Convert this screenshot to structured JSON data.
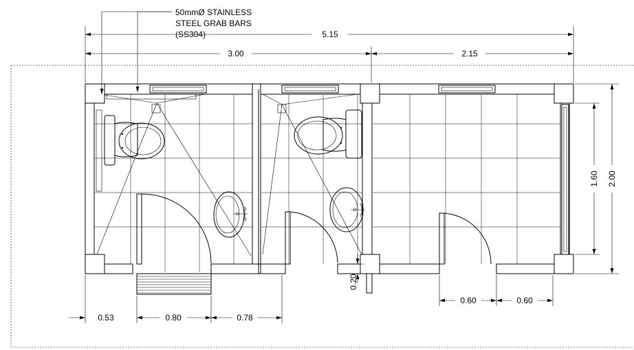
{
  "annotation": {
    "lines": [
      "50mmØ STAINLESS",
      "STEEL GRAB BARS",
      "(SS304)"
    ]
  },
  "dimensions": {
    "overall_width": "5.15",
    "left_width": "3.00",
    "right_width": "2.15",
    "inner_depth": "1.60",
    "overall_depth": "2.00",
    "wall_offset": "0.53",
    "door_width": "0.80",
    "right_offset": "0.78",
    "step": "0.20",
    "door_left": "0.60",
    "door_right": "0.60"
  }
}
